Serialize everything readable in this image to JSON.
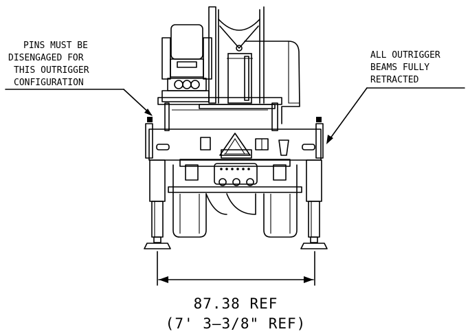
{
  "notes": {
    "left": [
      "PINS MUST BE",
      "DISENGAGED FOR",
      "THIS OUTRIGGER",
      "CONFIGURATION"
    ],
    "right": [
      "ALL OUTRIGGER",
      "BEAMS FULLY",
      "RETRACTED"
    ]
  },
  "dimension": {
    "value": "87.38 REF",
    "imperial": "(7' 3–3/8\" REF)"
  },
  "icons": {
    "machine": "crane-front-view-icon",
    "arrow": "leader-arrow-icon"
  },
  "colors": {
    "line": "#000000",
    "background": "#ffffff"
  }
}
